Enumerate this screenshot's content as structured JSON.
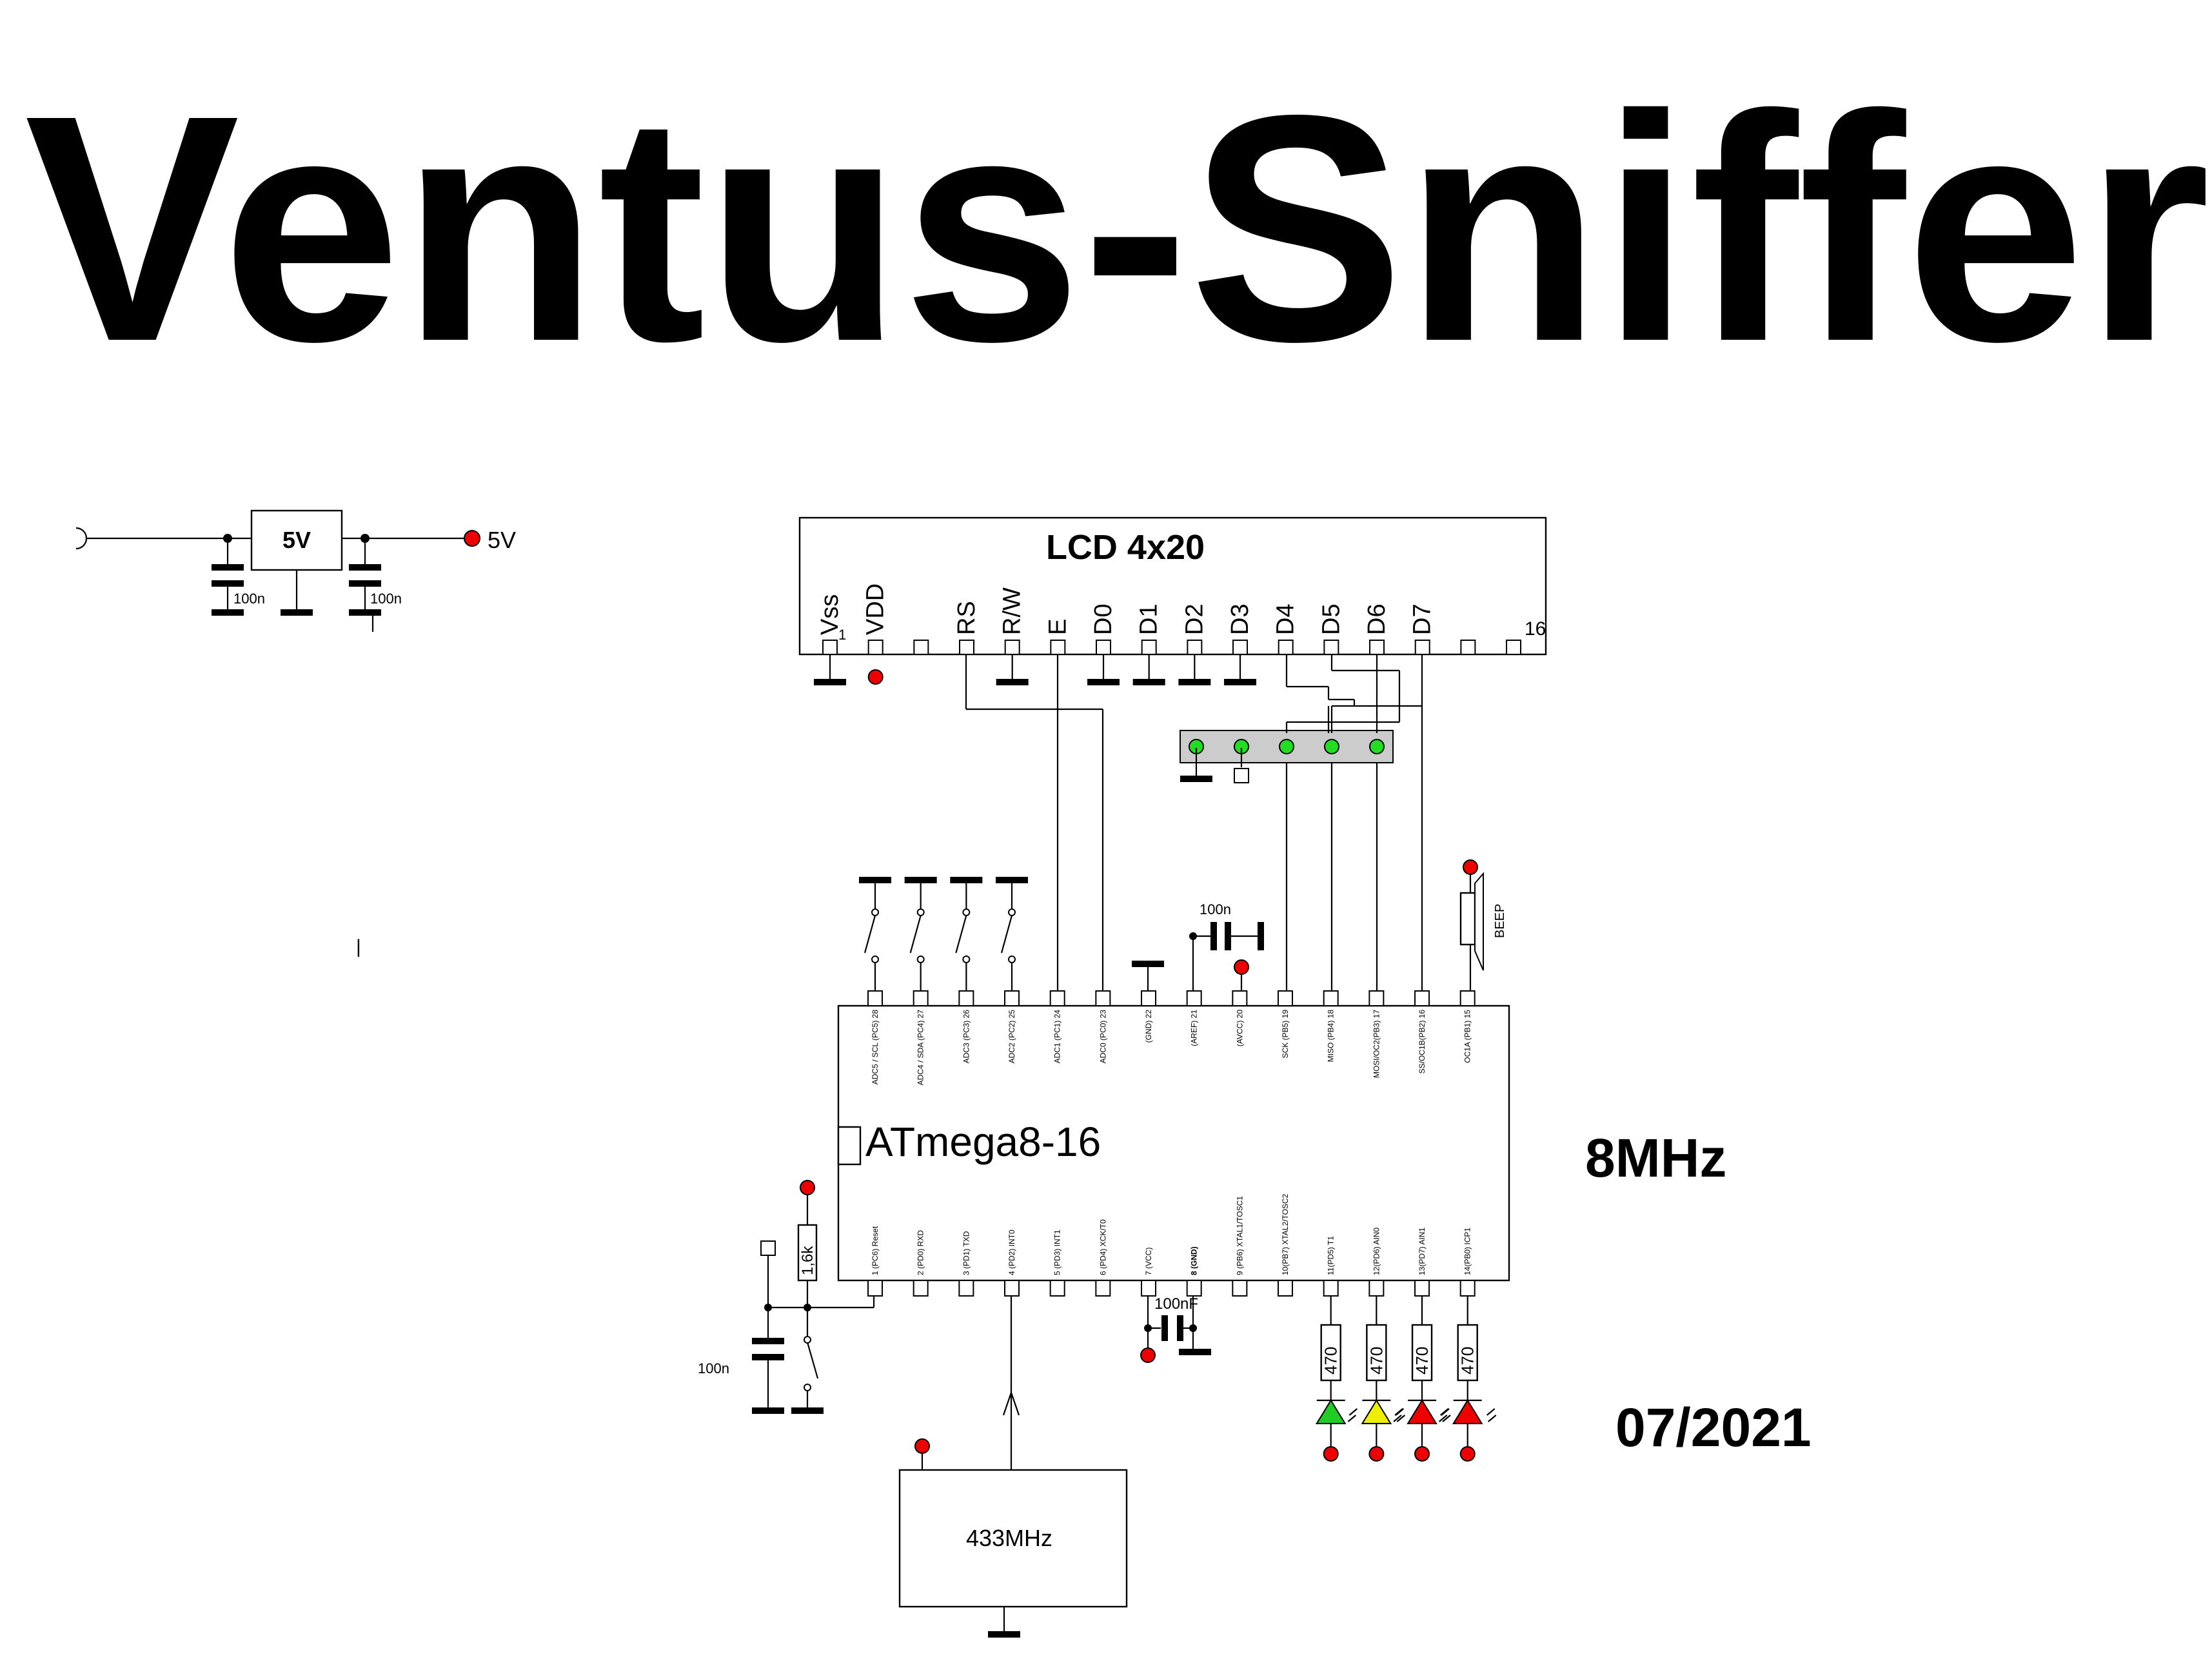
{
  "title": "Ventus-Sniffer",
  "regulator": {
    "label": "5V",
    "output_label": "5V",
    "caps": [
      "100n",
      "100n"
    ]
  },
  "lcd": {
    "title": "LCD 4x20",
    "pins": [
      "Vss",
      "VDD",
      "",
      "RS",
      "R/W",
      "E",
      "D0",
      "D1",
      "D2",
      "D3",
      "D4",
      "D5",
      "D6",
      "D7",
      "",
      ""
    ],
    "pin1": "1",
    "pin16": "16"
  },
  "mcu": {
    "name": "ATmega8-16",
    "top_pins": [
      "ADC5 / SCL (PC5) 28",
      "ADC4 / SDA (PC4) 27",
      "ADC3 (PC3) 26",
      "ADC2 (PC2) 25",
      "ADC1 (PC1) 24",
      "ADC0 (PC0) 23",
      "(GND) 22",
      "(AREF) 21",
      "(AVCC) 20",
      "SCK (PB5) 19",
      "MISO (PB4) 18",
      "MOSI/OC2(PB3) 17",
      "SS/OC1B(PB2) 16",
      "OC1A (PB1) 15"
    ],
    "bottom_pins": [
      "1 (PC6) Reset",
      "2 (PD0) RXD",
      "3 (PD1) TXD",
      "4 (PD2) INT0",
      "5 (PD3) INT1",
      "6 (PD4) XCK/T0",
      "7 (VCC)",
      "8 (GND)",
      "9 (PB6) XTAL1/TOSC1",
      "10(PB7) XTAL2/TOSC2",
      "11(PD5) T1",
      "12(PD6) AIN0",
      "13(PD7) AIN1",
      "14(PB0) ICP1"
    ]
  },
  "components": {
    "aref_cap": "100n",
    "vcc_cap": "100nF",
    "reset_res": "1,6k",
    "reset_cap": "100n",
    "buzzer": "BEEP",
    "led_resistors": [
      "470",
      "470",
      "470",
      "470"
    ],
    "rf_module": "433MHz"
  },
  "notes": {
    "clock": "8MHz",
    "date": "07/2021"
  },
  "colors": {
    "vcc_dot": "#ee0000",
    "pin_red": "#ee0000",
    "pin_black": "#000000",
    "isp_fill": "#cccccc",
    "isp_dot": "#22dd22",
    "leds": [
      "#22cc22",
      "#eeee00",
      "#ee0000",
      "#ee0000"
    ]
  }
}
